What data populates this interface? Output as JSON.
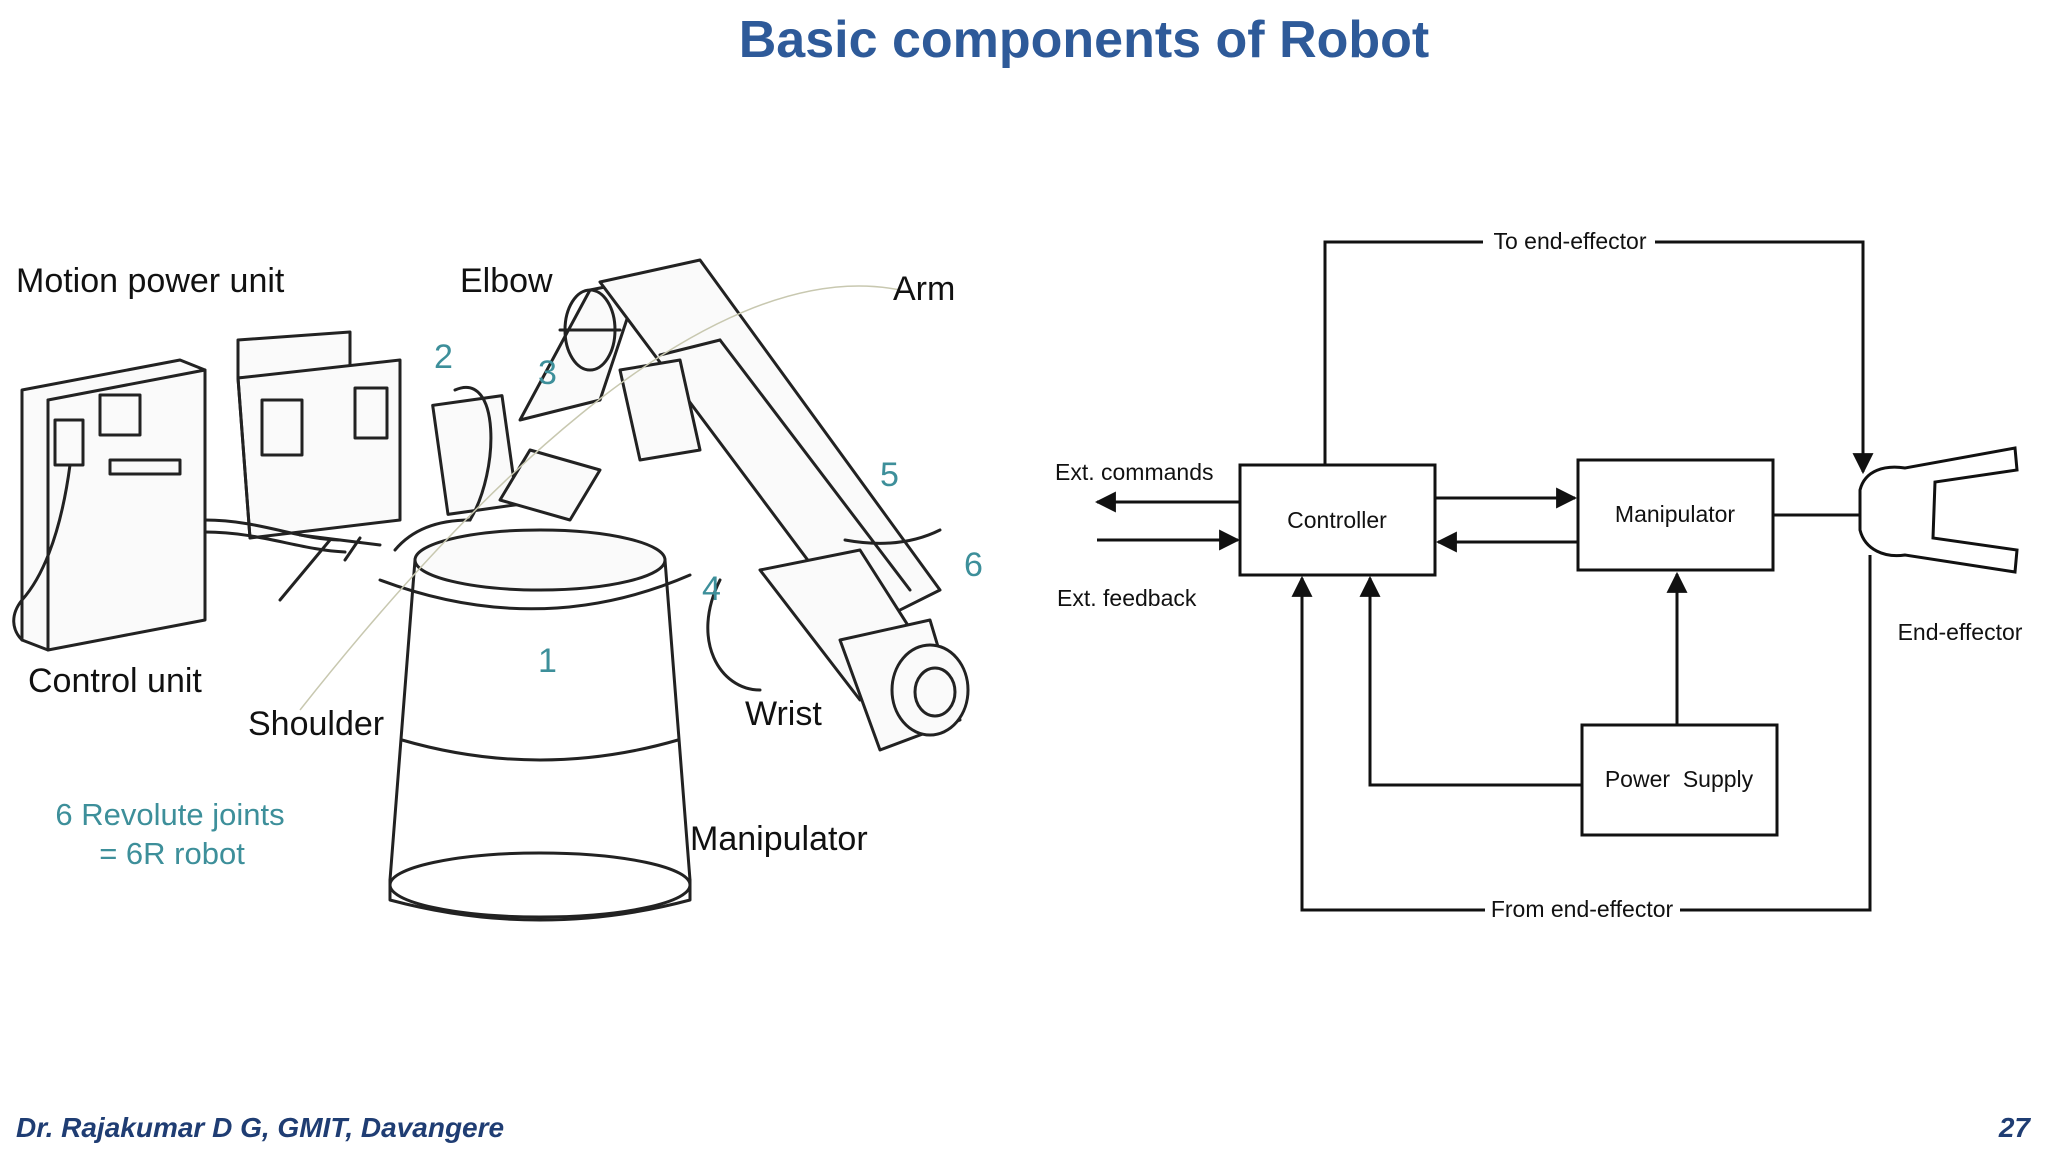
{
  "slide": {
    "title": "Basic components of Robot",
    "author": "Dr. Rajakumar D G, GMIT, Davangere",
    "page_number": "27"
  },
  "robot_figure": {
    "labels": {
      "motion_power_unit": "Motion power unit",
      "elbow": "Elbow",
      "arm": "Arm",
      "control_unit": "Control unit",
      "shoulder": "Shoulder",
      "wrist": "Wrist",
      "manipulator": "Manipulator"
    },
    "joint_numbers": [
      "1",
      "2",
      "3",
      "4",
      "5",
      "6"
    ],
    "note_line1": "6 Revolute joints",
    "note_line2": "= 6R robot"
  },
  "block_diagram": {
    "to_end_effector": "To end-effector",
    "from_end_effector": "From end-effector",
    "ext_commands": "Ext. commands",
    "ext_feedback": "Ext. feedback",
    "controller": "Controller",
    "manipulator": "Manipulator",
    "power_supply": "Power  Supply",
    "end_effector": "End-effector"
  }
}
